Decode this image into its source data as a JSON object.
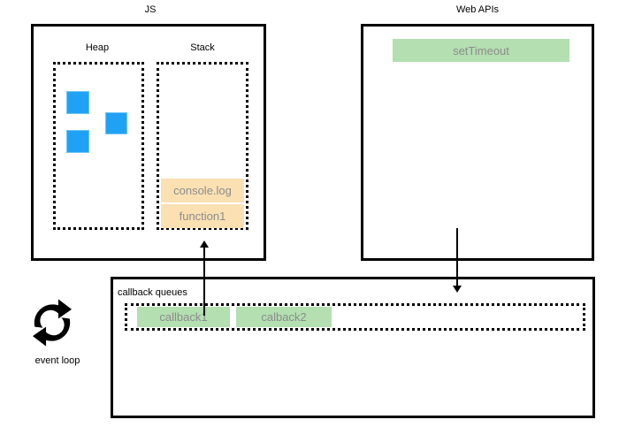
{
  "diagram": {
    "title": "JavaScript runtime event loop diagram",
    "colors": {
      "heap_object": "#1FA2F4",
      "heap_object_border": "#6DC5F8",
      "stack_frame": "#FBE0B2",
      "chip_green": "#B3DFB1",
      "chip_text": "#8C8C8C",
      "stroke": "#000000",
      "background": "#FFFFFF"
    }
  },
  "js_panel": {
    "caption": "JS",
    "heap": {
      "label": "Heap",
      "object_count": 3
    },
    "stack": {
      "label": "Stack",
      "frames": [
        {
          "label": "console.log"
        },
        {
          "label": "function1"
        }
      ]
    }
  },
  "web_apis_panel": {
    "caption": "Web APIs",
    "items": [
      {
        "label": "setTimeout"
      }
    ]
  },
  "callback_queues_panel": {
    "label": "callback queues",
    "queue_items": [
      {
        "label": "callback1"
      },
      {
        "label": "calback2"
      }
    ]
  },
  "event_loop": {
    "caption": "event loop",
    "icon": "circular-arrows-icon"
  },
  "arrows": [
    {
      "name": "queue-to-stack-arrow",
      "direction": "up"
    },
    {
      "name": "webapis-to-queue-arrow",
      "direction": "down"
    }
  ]
}
